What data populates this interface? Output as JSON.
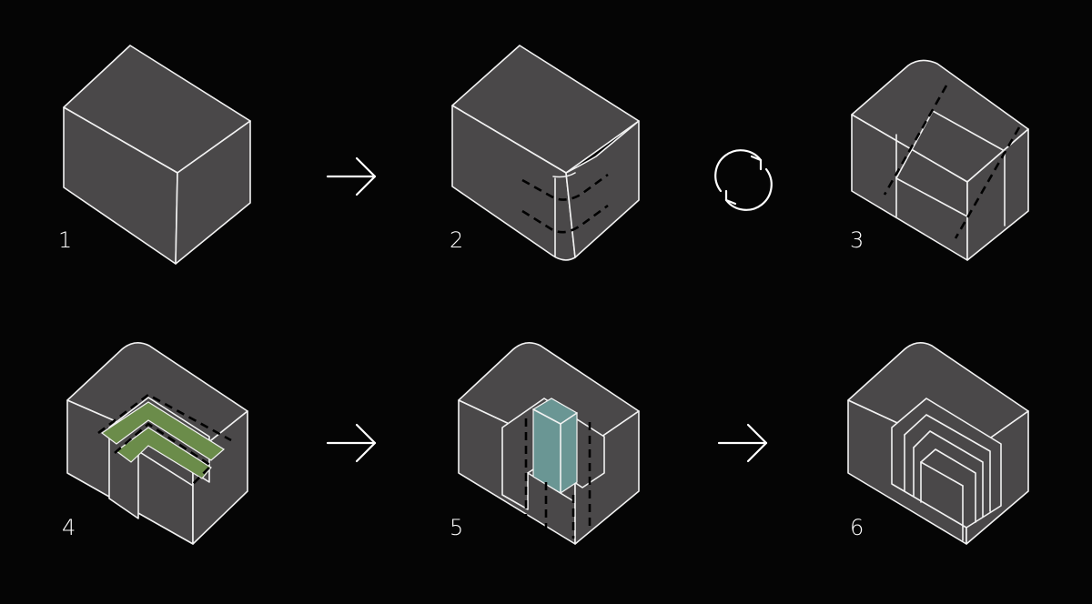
{
  "steps": [
    {
      "label": "1"
    },
    {
      "label": "2"
    },
    {
      "label": "3"
    },
    {
      "label": "4"
    },
    {
      "label": "5"
    },
    {
      "label": "6"
    }
  ],
  "icons": {
    "arrow": "arrow-right-icon",
    "cycle": "refresh-cycle-icon"
  },
  "colors": {
    "background": "#050505",
    "block_face": "#4a4849",
    "edge": "#f2f2f2",
    "highlight_green": "#6b8c4a",
    "highlight_teal": "#6a9694"
  }
}
